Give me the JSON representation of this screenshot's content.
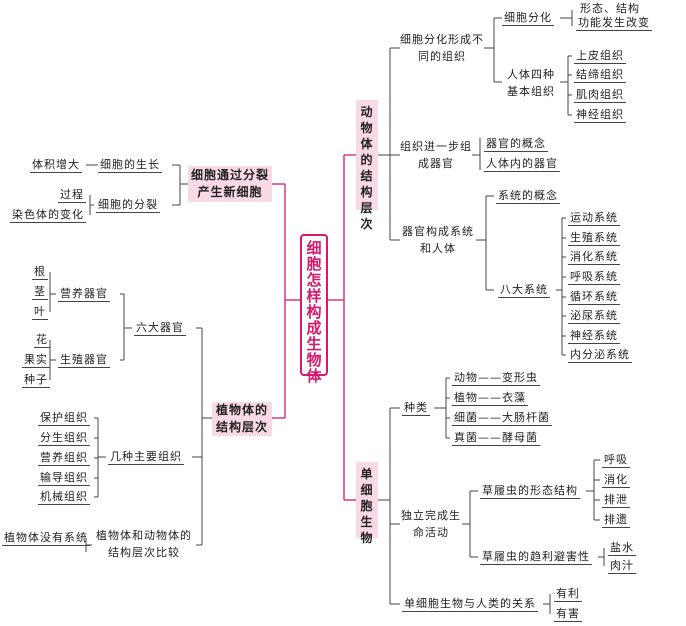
{
  "center": "细胞怎样构成生物体",
  "animal": {
    "label": "动物体的结构层次",
    "branch1": "细胞分化形成不同的组织",
    "diff": "细胞分化",
    "diff_result": [
      "形态、结构",
      "功能发生改变"
    ],
    "four_tissues_label": "人体四种基本组织",
    "tissues": [
      "上皮组织",
      "结缔组织",
      "肌肉组织",
      "神经组织"
    ],
    "branch2": "组织进一步组成器官",
    "organ_items": [
      "器官的概念",
      "人体内的器官"
    ],
    "branch3": "器官构成系统和人体",
    "system_concept": "系统的概念",
    "eight_label": "八大系统",
    "systems": [
      "运动系统",
      "生殖系统",
      "消化系统",
      "呼吸系统",
      "循环系统",
      "泌尿系统",
      "神经系统",
      "内分泌系统"
    ]
  },
  "division": {
    "label": "细胞通过分裂产生新细胞",
    "growth": "细胞的生长",
    "growth_result": "体积增大",
    "split": "细胞的分裂",
    "split_items": [
      "过程",
      "染色体的变化"
    ]
  },
  "plant": {
    "label": "植物体的结构层次",
    "six_organs": "六大器官",
    "nutrition": "营养器官",
    "nutrition_items": [
      "根",
      "茎",
      "叶"
    ],
    "reproduction": "生殖器官",
    "reproduction_items": [
      "花",
      "果实",
      "种子"
    ],
    "tissue_label": "几种主要组织",
    "tissues": [
      "保护组织",
      "分生组织",
      "营养组织",
      "输导组织",
      "机械组织"
    ],
    "compare": "植物体和动物体的结构层次比较",
    "compare_result": "植物体没有系统"
  },
  "single": {
    "label": "单细胞生物",
    "kinds_label": "种类",
    "kinds": [
      "动物——变形虫",
      "植物——衣藻",
      "细菌——大肠杆菌",
      "真菌——酵母菌"
    ],
    "life_label": "独立完成生命活动",
    "paramecium_structure": "草履虫的形态结构",
    "structure_items": [
      "呼吸",
      "消化",
      "排泄",
      "排遗"
    ],
    "paramecium_taxis": "草履虫的趋利避害性",
    "taxis_items": [
      "盐水",
      "肉汁"
    ],
    "relation": "单细胞生物与人类的关系",
    "relation_items": [
      "有利",
      "有害"
    ]
  }
}
